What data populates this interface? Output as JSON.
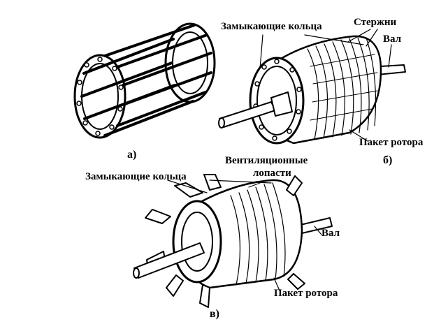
{
  "figures": [
    {
      "caption": "а)",
      "labels": []
    },
    {
      "caption": "б)",
      "labels": [
        "Замыкающие кольца",
        "Стержни",
        "Вал",
        "Пакет ротора"
      ]
    },
    {
      "caption": "в)",
      "labels": [
        "Замыкающие кольца",
        "Вентиляционные",
        "лопасти",
        "Вал",
        "Пакет ротора"
      ]
    }
  ],
  "colors": {
    "ink": "#000000",
    "paper": "#ffffff",
    "shade": "#cfcfcf"
  },
  "icons": [
    "squirrel-cage-winding",
    "assembled-rotor-with-shaft",
    "rotor-with-ventilation-blades"
  ]
}
